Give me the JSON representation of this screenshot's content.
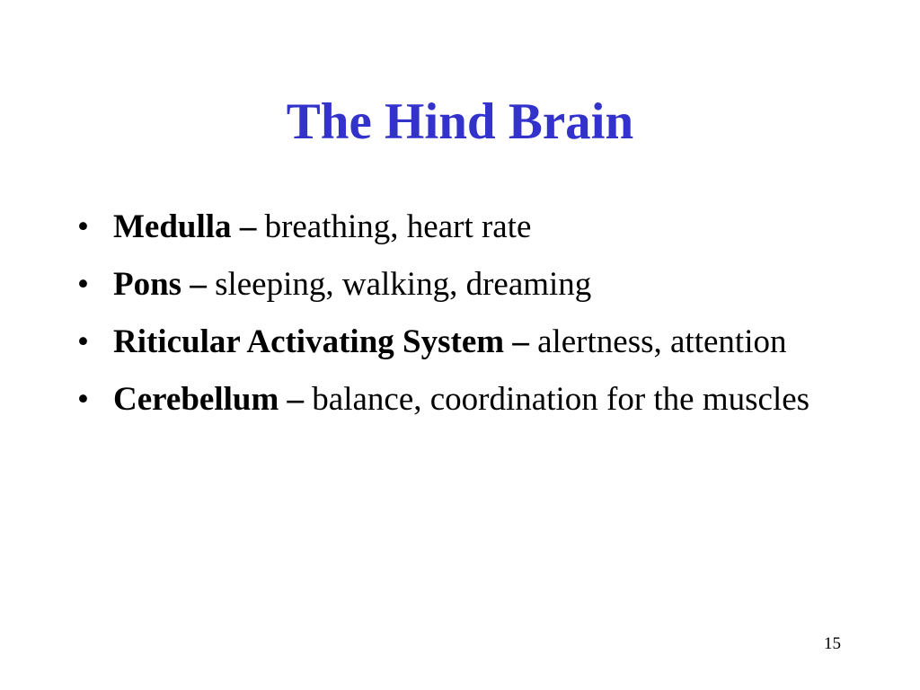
{
  "slide": {
    "title": "The Hind Brain",
    "bullet_symbol": "•",
    "bullets": [
      {
        "term": "Medulla",
        "dash": " – ",
        "description": "breathing, heart rate"
      },
      {
        "term": "Pons",
        "dash": " – ",
        "description": "sleeping, walking, dreaming"
      },
      {
        "term": "Riticular Activating System",
        "dash": " – ",
        "description": "alertness, attention"
      },
      {
        "term": "Cerebellum",
        "dash": " – ",
        "description": "balance, coordination for the muscles"
      }
    ],
    "page_number": "15"
  },
  "colors": {
    "title": "#3333cc",
    "body_text": "#000000",
    "background": "#ffffff"
  }
}
